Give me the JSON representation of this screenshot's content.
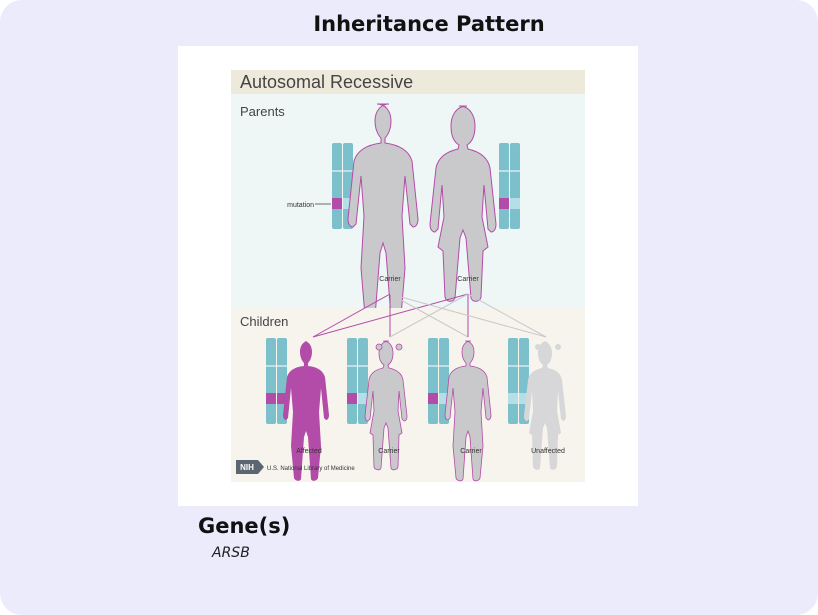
{
  "section": {
    "title": "Inheritance Pattern"
  },
  "figure": {
    "heading": "Autosomal Recessive",
    "parents_label": "Parents",
    "children_label": "Children",
    "mutation_label": "mutation",
    "parent_labels": [
      "Carrier",
      "Carrier"
    ],
    "child_labels": [
      "Affected",
      "Carrier",
      "Carrier",
      "Unaffected"
    ],
    "credit_badge": "NIH",
    "credit_text": "U.S. National Library of Medicine",
    "colors": {
      "chromosome": "#7cc0cc",
      "chromosome_light": "#b4dfe6",
      "mutation": "#b34ba9",
      "affected": "#b34ba9",
      "carrier_body": "#c9c9cc",
      "unaffected_body": "#d7d7d9",
      "heading_band": "#eeeadb",
      "parents_bg": "#eef7f5",
      "children_bg": "#f6f4ec"
    }
  },
  "genes": {
    "title": "Gene(s)",
    "items": [
      "ARSB"
    ]
  }
}
